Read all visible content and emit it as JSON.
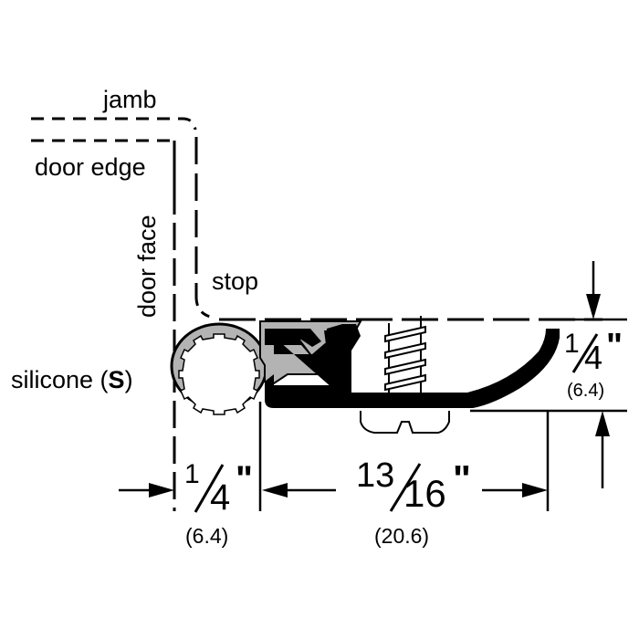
{
  "labels": {
    "jamb": "jamb",
    "door_edge": "door edge",
    "door_face": "door face",
    "stop": "stop",
    "silicone": "silicone (",
    "silicone_code": "S",
    "silicone_close": ")"
  },
  "dimensions": {
    "left_width": {
      "num": "1",
      "den": "4",
      "unit": "\"",
      "mm": "(6.4)"
    },
    "main_width": {
      "num": "13",
      "den": "16",
      "unit": "\"",
      "mm": "(20.6)"
    },
    "height": {
      "num": "1",
      "den": "4",
      "unit": "\"",
      "mm": "(6.4)"
    }
  },
  "colors": {
    "line": "#000000",
    "silicone_fill": "#b3b3b3",
    "background": "#ffffff"
  }
}
